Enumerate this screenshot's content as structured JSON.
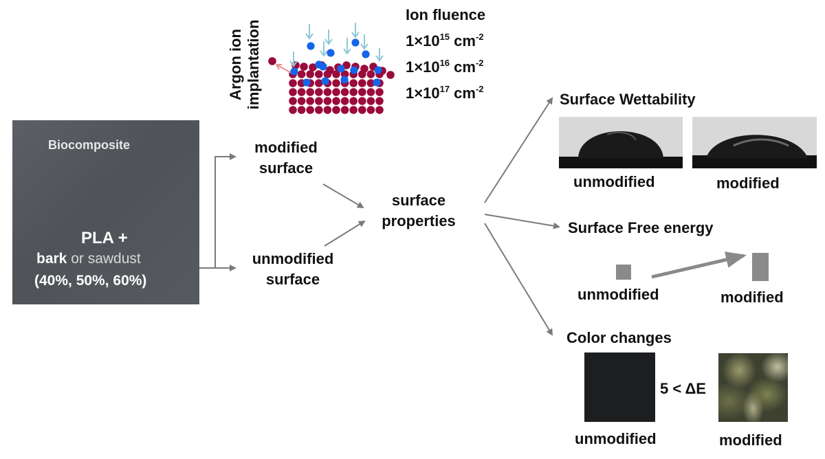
{
  "implantation": {
    "label_line1": "Argon ion",
    "label_line2": "implantation",
    "fluence_title": "Ion fluence",
    "fluences": [
      {
        "mant": "1×10",
        "exp": "15",
        "unit": " cm",
        "uexp": "-2"
      },
      {
        "mant": "1×10",
        "exp": "16",
        "unit": " cm",
        "uexp": "-2"
      },
      {
        "mant": "1×10",
        "exp": "17",
        "unit": " cm",
        "uexp": "-2"
      }
    ],
    "colors": {
      "substrate": "#9a0a3c",
      "ion": "#1565e8",
      "arrow": "#8fc8d8",
      "recoil_arrow": "#e8908a"
    }
  },
  "sample": {
    "title": "Biocomposite",
    "composition_line1": "PLA +",
    "composition_bark": "bark",
    "composition_or": " or sawdust",
    "composition_line3": "(40%, 50%, 60%)"
  },
  "flow": {
    "modified_line1": "modified",
    "modified_line2": "surface",
    "unmodified_line1": "unmodified",
    "unmodified_line2": "surface",
    "properties_line1": "surface",
    "properties_line2": "properties"
  },
  "wettability": {
    "heading": "Surface Wettability",
    "unmodified_label": "unmodified",
    "modified_label": "modified"
  },
  "free_energy": {
    "heading": "Surface Free energy",
    "unmodified_label": "unmodified",
    "modified_label": "modified",
    "bar_color": "#8a8a8a"
  },
  "color_changes": {
    "heading": "Color changes",
    "delta_label": "5 < ΔE",
    "unmodified_label": "unmodified",
    "modified_label": "modified"
  }
}
